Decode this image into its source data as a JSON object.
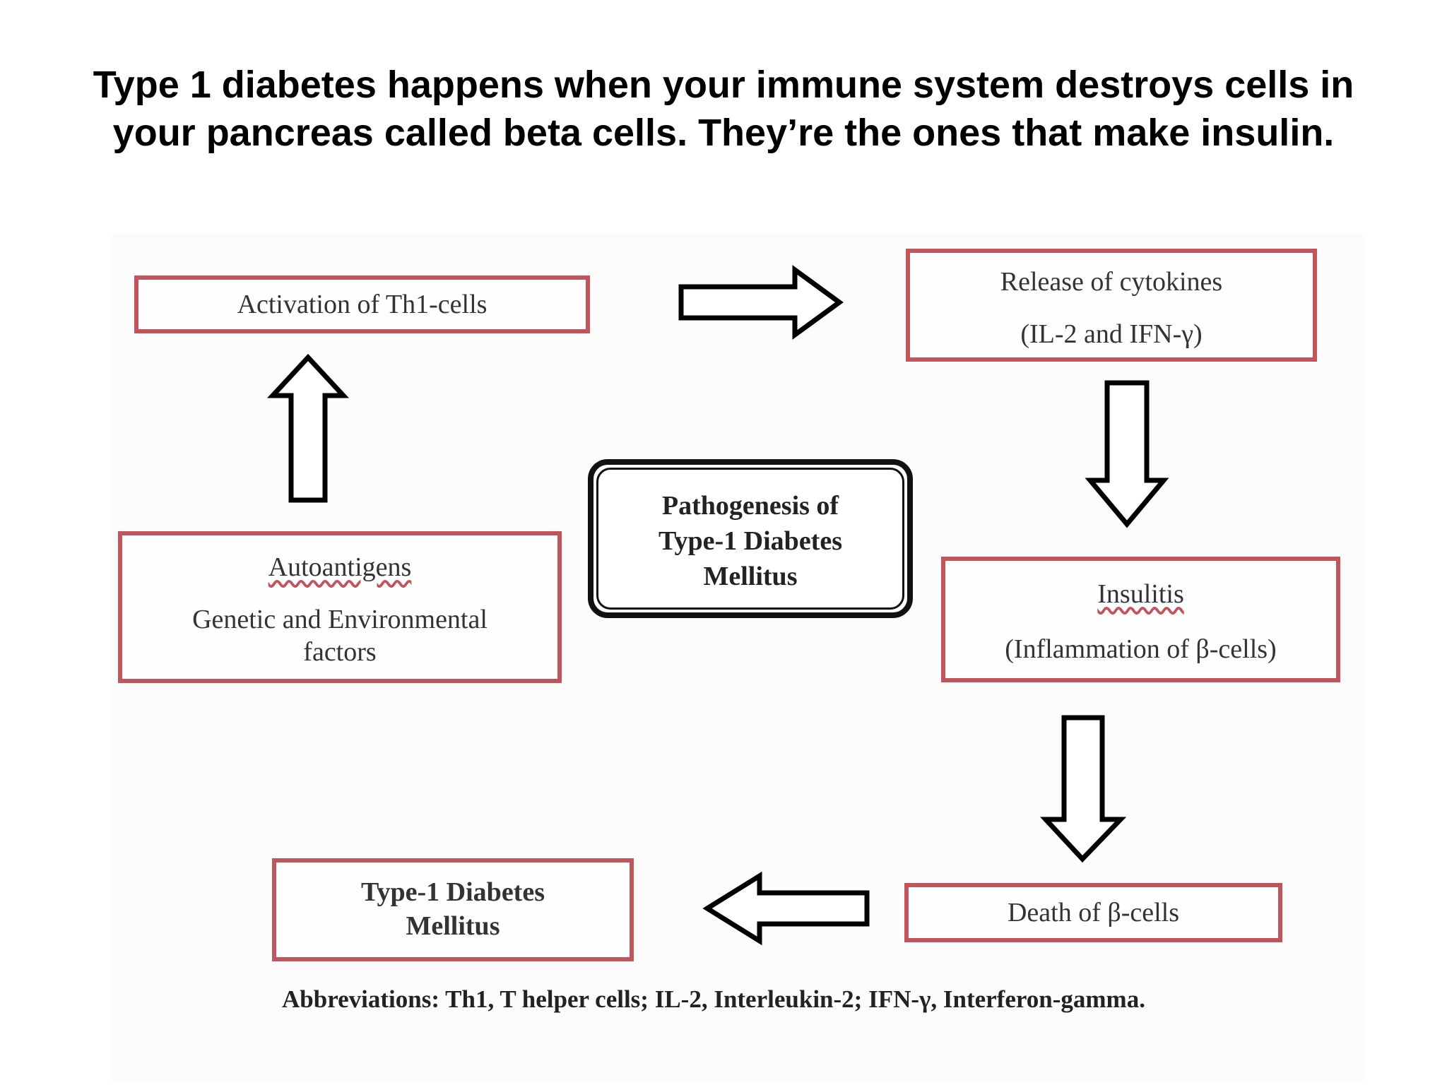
{
  "headline": "Type 1 diabetes happens when your immune system destroys cells in your pancreas called beta cells. They’re the ones that make insulin.",
  "diagram": {
    "center": {
      "lines": [
        "Pathogenesis of",
        "Type-1 Diabetes",
        "Mellitus"
      ]
    },
    "th1": {
      "text": "Activation of Th1-cells"
    },
    "cytokines": {
      "title": "Release of cytokines",
      "detail": "(IL-2 and IFN-γ)"
    },
    "autoantigens": {
      "title": "Autoantigens",
      "detail_lines": [
        "Genetic and Environmental",
        "factors"
      ]
    },
    "insulitis": {
      "title": "Insulitis",
      "detail": "(Inflammation of β-cells)"
    },
    "death": {
      "text": "Death of β-cells"
    },
    "t1dm": {
      "lines": [
        "Type-1 Diabetes",
        "Mellitus"
      ]
    },
    "abbreviations": "Abbreviations: Th1, T helper cells; IL-2, Interleukin-2; IFN-γ, Interferon-gamma.",
    "colors": {
      "box_border": "#c0555c",
      "arrow_stroke": "#000000",
      "text": "#333333"
    }
  }
}
